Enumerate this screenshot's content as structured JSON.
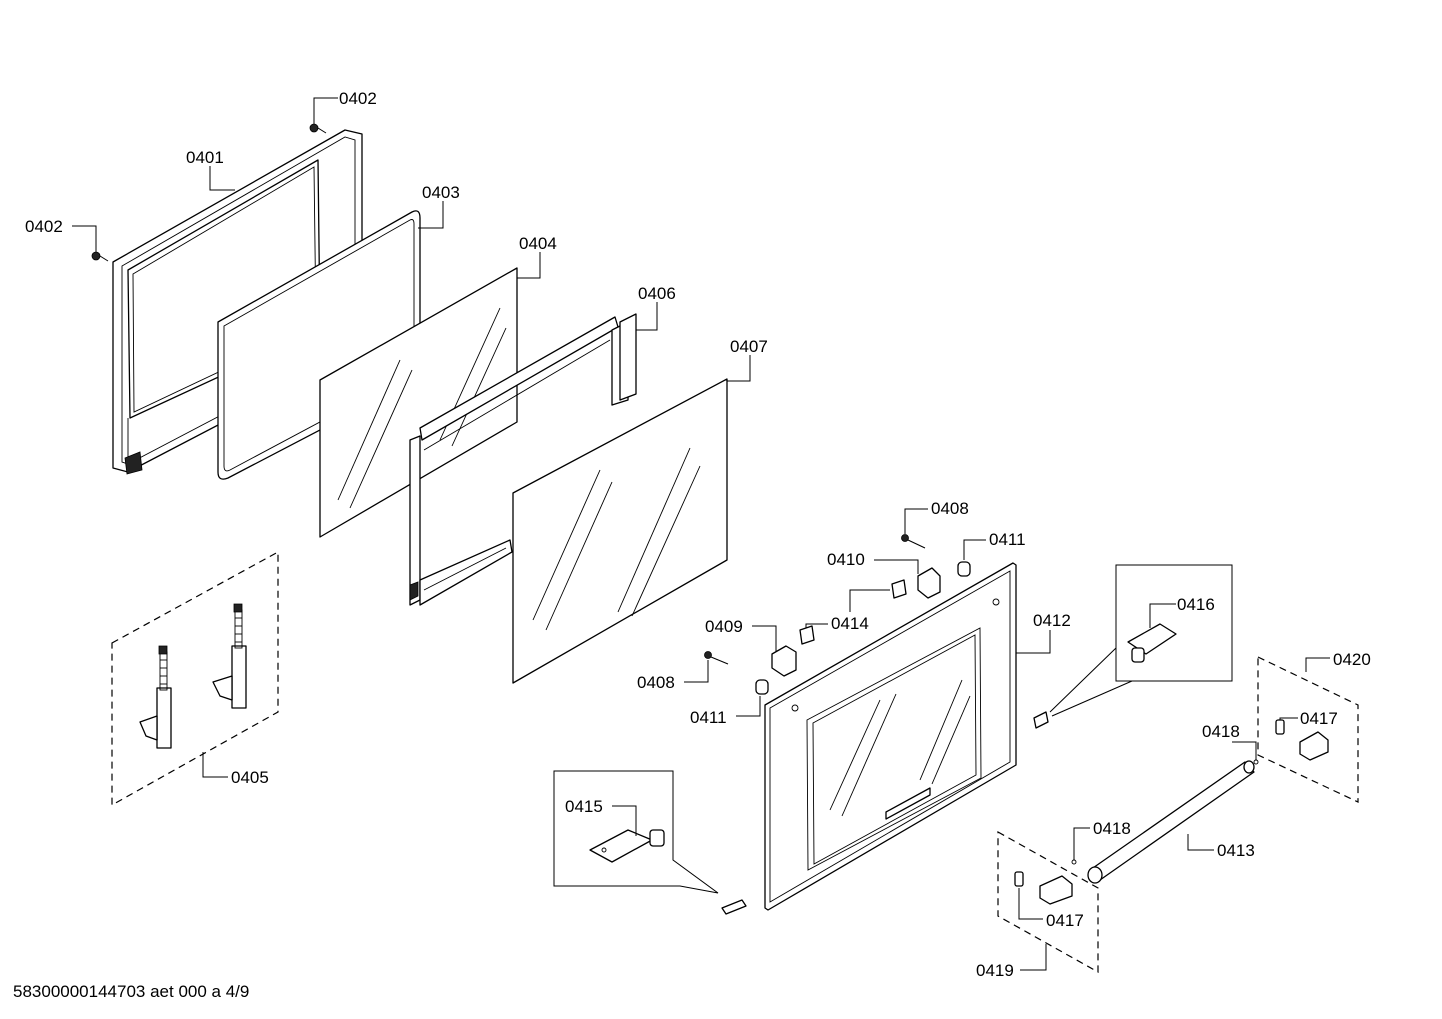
{
  "diagram": {
    "labels": {
      "0401": "0401",
      "0402": "0402",
      "0403": "0403",
      "0404": "0404",
      "0405": "0405",
      "0406": "0406",
      "0407": "0407",
      "0408": "0408",
      "0409": "0409",
      "0410": "0410",
      "0411": "0411",
      "0412": "0412",
      "0413": "0413",
      "0414": "0414",
      "0415": "0415",
      "0416": "0416",
      "0417": "0417",
      "0418": "0418",
      "0419": "0419",
      "0420": "0420"
    },
    "footer": "58300000144703 aet 000 a 4/9"
  }
}
